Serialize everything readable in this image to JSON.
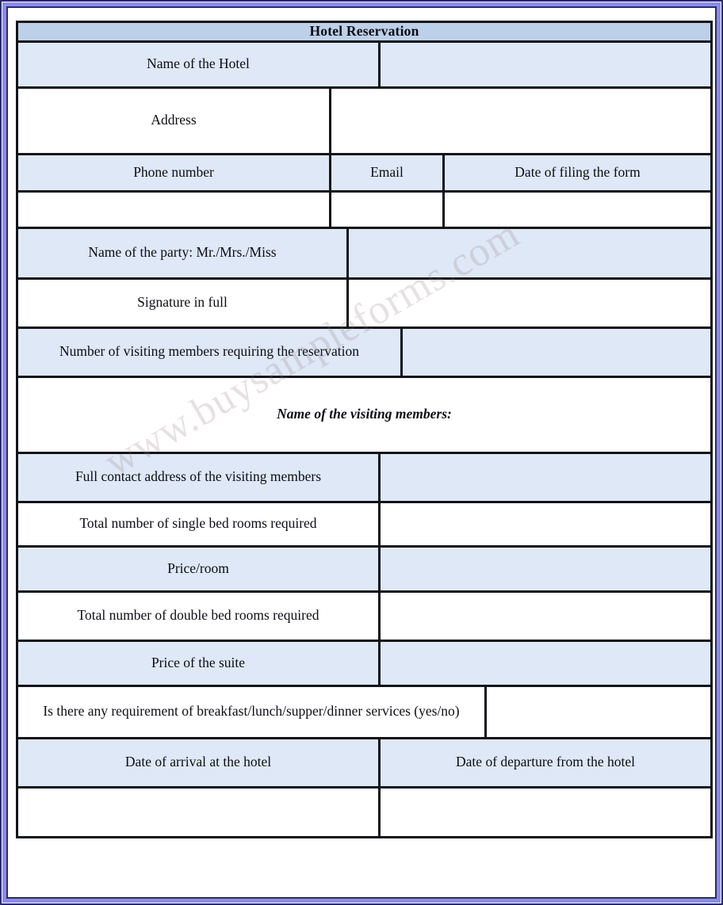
{
  "document": {
    "title": "Hotel Reservation",
    "watermark": "www.buysampleforms.com",
    "colors": {
      "title_bar": "#bdd0e9",
      "field_blue": "#dee8f6",
      "field_white": "#ffffff",
      "border": "#111418",
      "page_border_outer": "#2b2b6b",
      "page_border_band": "#8b8bed"
    }
  },
  "fields": {
    "hotel_name": {
      "label": "Name of the Hotel",
      "value": ""
    },
    "address": {
      "label": "Address",
      "value": ""
    },
    "phone_number": {
      "label": "Phone number",
      "value": ""
    },
    "email": {
      "label": "Email",
      "value": ""
    },
    "date_of_filing": {
      "label": "Date of filing the form",
      "value": ""
    },
    "party_name": {
      "label": "Name of the party: Mr./Mrs./Miss",
      "value": ""
    },
    "signature": {
      "label": "Signature in full",
      "value": ""
    },
    "members_count": {
      "label": "Number of visiting members requiring the reservation",
      "value": ""
    },
    "members_names": {
      "label": "Name of the visiting members:",
      "value": ""
    },
    "members_address": {
      "label": "Full contact address of the visiting members",
      "value": ""
    },
    "single_beds": {
      "label": "Total number of single bed rooms required",
      "value": ""
    },
    "price_per_room": {
      "label": "Price/room",
      "value": ""
    },
    "double_beds": {
      "label": "Total number of double bed rooms required",
      "value": ""
    },
    "suite_price": {
      "label": "Price of the suite",
      "value": ""
    },
    "meal_services": {
      "label": "Is there any requirement of breakfast/lunch/supper/dinner services (yes/no)",
      "value": ""
    },
    "arrival_date": {
      "label": "Date of arrival at the hotel",
      "value": ""
    },
    "departure_date": {
      "label": "Date of departure from the hotel",
      "value": ""
    }
  }
}
